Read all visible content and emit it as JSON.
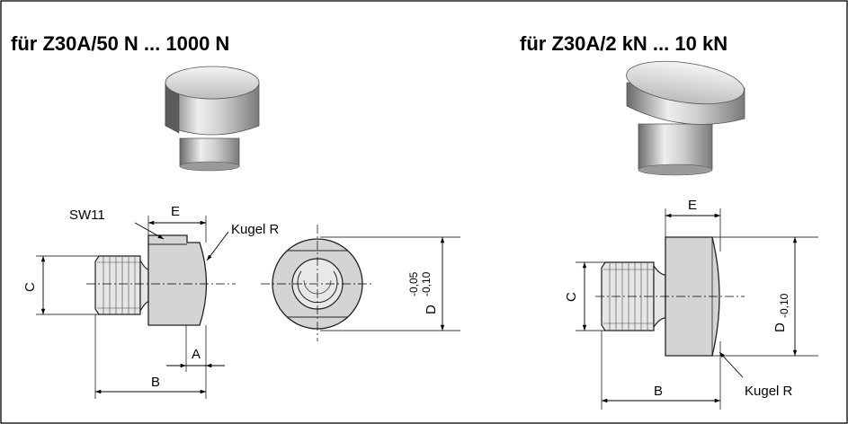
{
  "figure": {
    "left_title": "für Z30A/50 N ... 1000 N",
    "right_title": "für Z30A/2 kN ... 10 kN",
    "left_labels": {
      "sw": "SW11",
      "e": "E",
      "kugel": "Kugel R",
      "c": "C",
      "a": "A",
      "b": "B",
      "d": "D",
      "d_tol_upper": "-0,05",
      "d_tol_lower": "-0,10"
    },
    "right_labels": {
      "e": "E",
      "c": "C",
      "d": "D",
      "d_tol": "-0,10",
      "b": "B",
      "kugel": "Kugel R"
    }
  }
}
